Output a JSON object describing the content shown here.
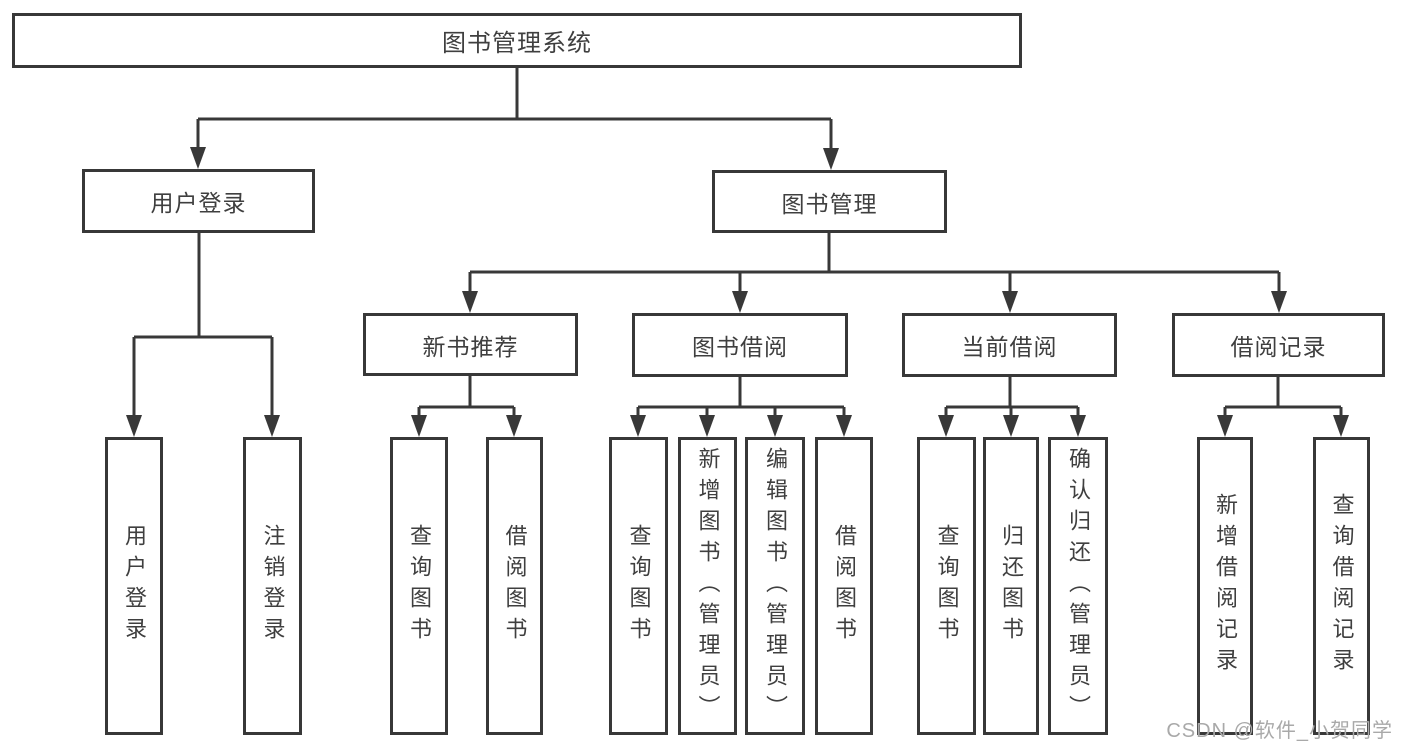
{
  "diagram": {
    "root": {
      "label": "图书管理系统"
    },
    "level2": {
      "user_login": {
        "label": "用户登录"
      },
      "book_management": {
        "label": "图书管理"
      }
    },
    "level3": {
      "new_book_recommend": {
        "label": "新书推荐"
      },
      "book_borrow": {
        "label": "图书借阅"
      },
      "current_borrow": {
        "label": "当前借阅"
      },
      "borrow_records": {
        "label": "借阅记录"
      }
    },
    "leaves": {
      "user_login_action": {
        "label": "用户登录"
      },
      "logout_action": {
        "label": "注销登录"
      },
      "recommend_query_books": {
        "label": "查询图书"
      },
      "recommend_borrow_books": {
        "label": "借阅图书"
      },
      "borrow_query_books": {
        "label": "查询图书"
      },
      "borrow_add_books": {
        "label": "新增图书（管理员）"
      },
      "borrow_edit_books": {
        "label": "编辑图书（管理员）"
      },
      "borrow_borrow_books": {
        "label": "借阅图书"
      },
      "current_query_books": {
        "label": "查询图书"
      },
      "current_return_books": {
        "label": "归还图书"
      },
      "current_confirm_return": {
        "label": "确认归还（管理员）"
      },
      "records_add_record": {
        "label": "新增借阅记录"
      },
      "records_query_record": {
        "label": "查询借阅记录"
      }
    },
    "watermark": "CSDN @软件_小贺同学",
    "colors": {
      "line": "#383838",
      "text": "#3f3f3f",
      "watermark": "#a9a9a9",
      "background": "#ffffff"
    }
  }
}
